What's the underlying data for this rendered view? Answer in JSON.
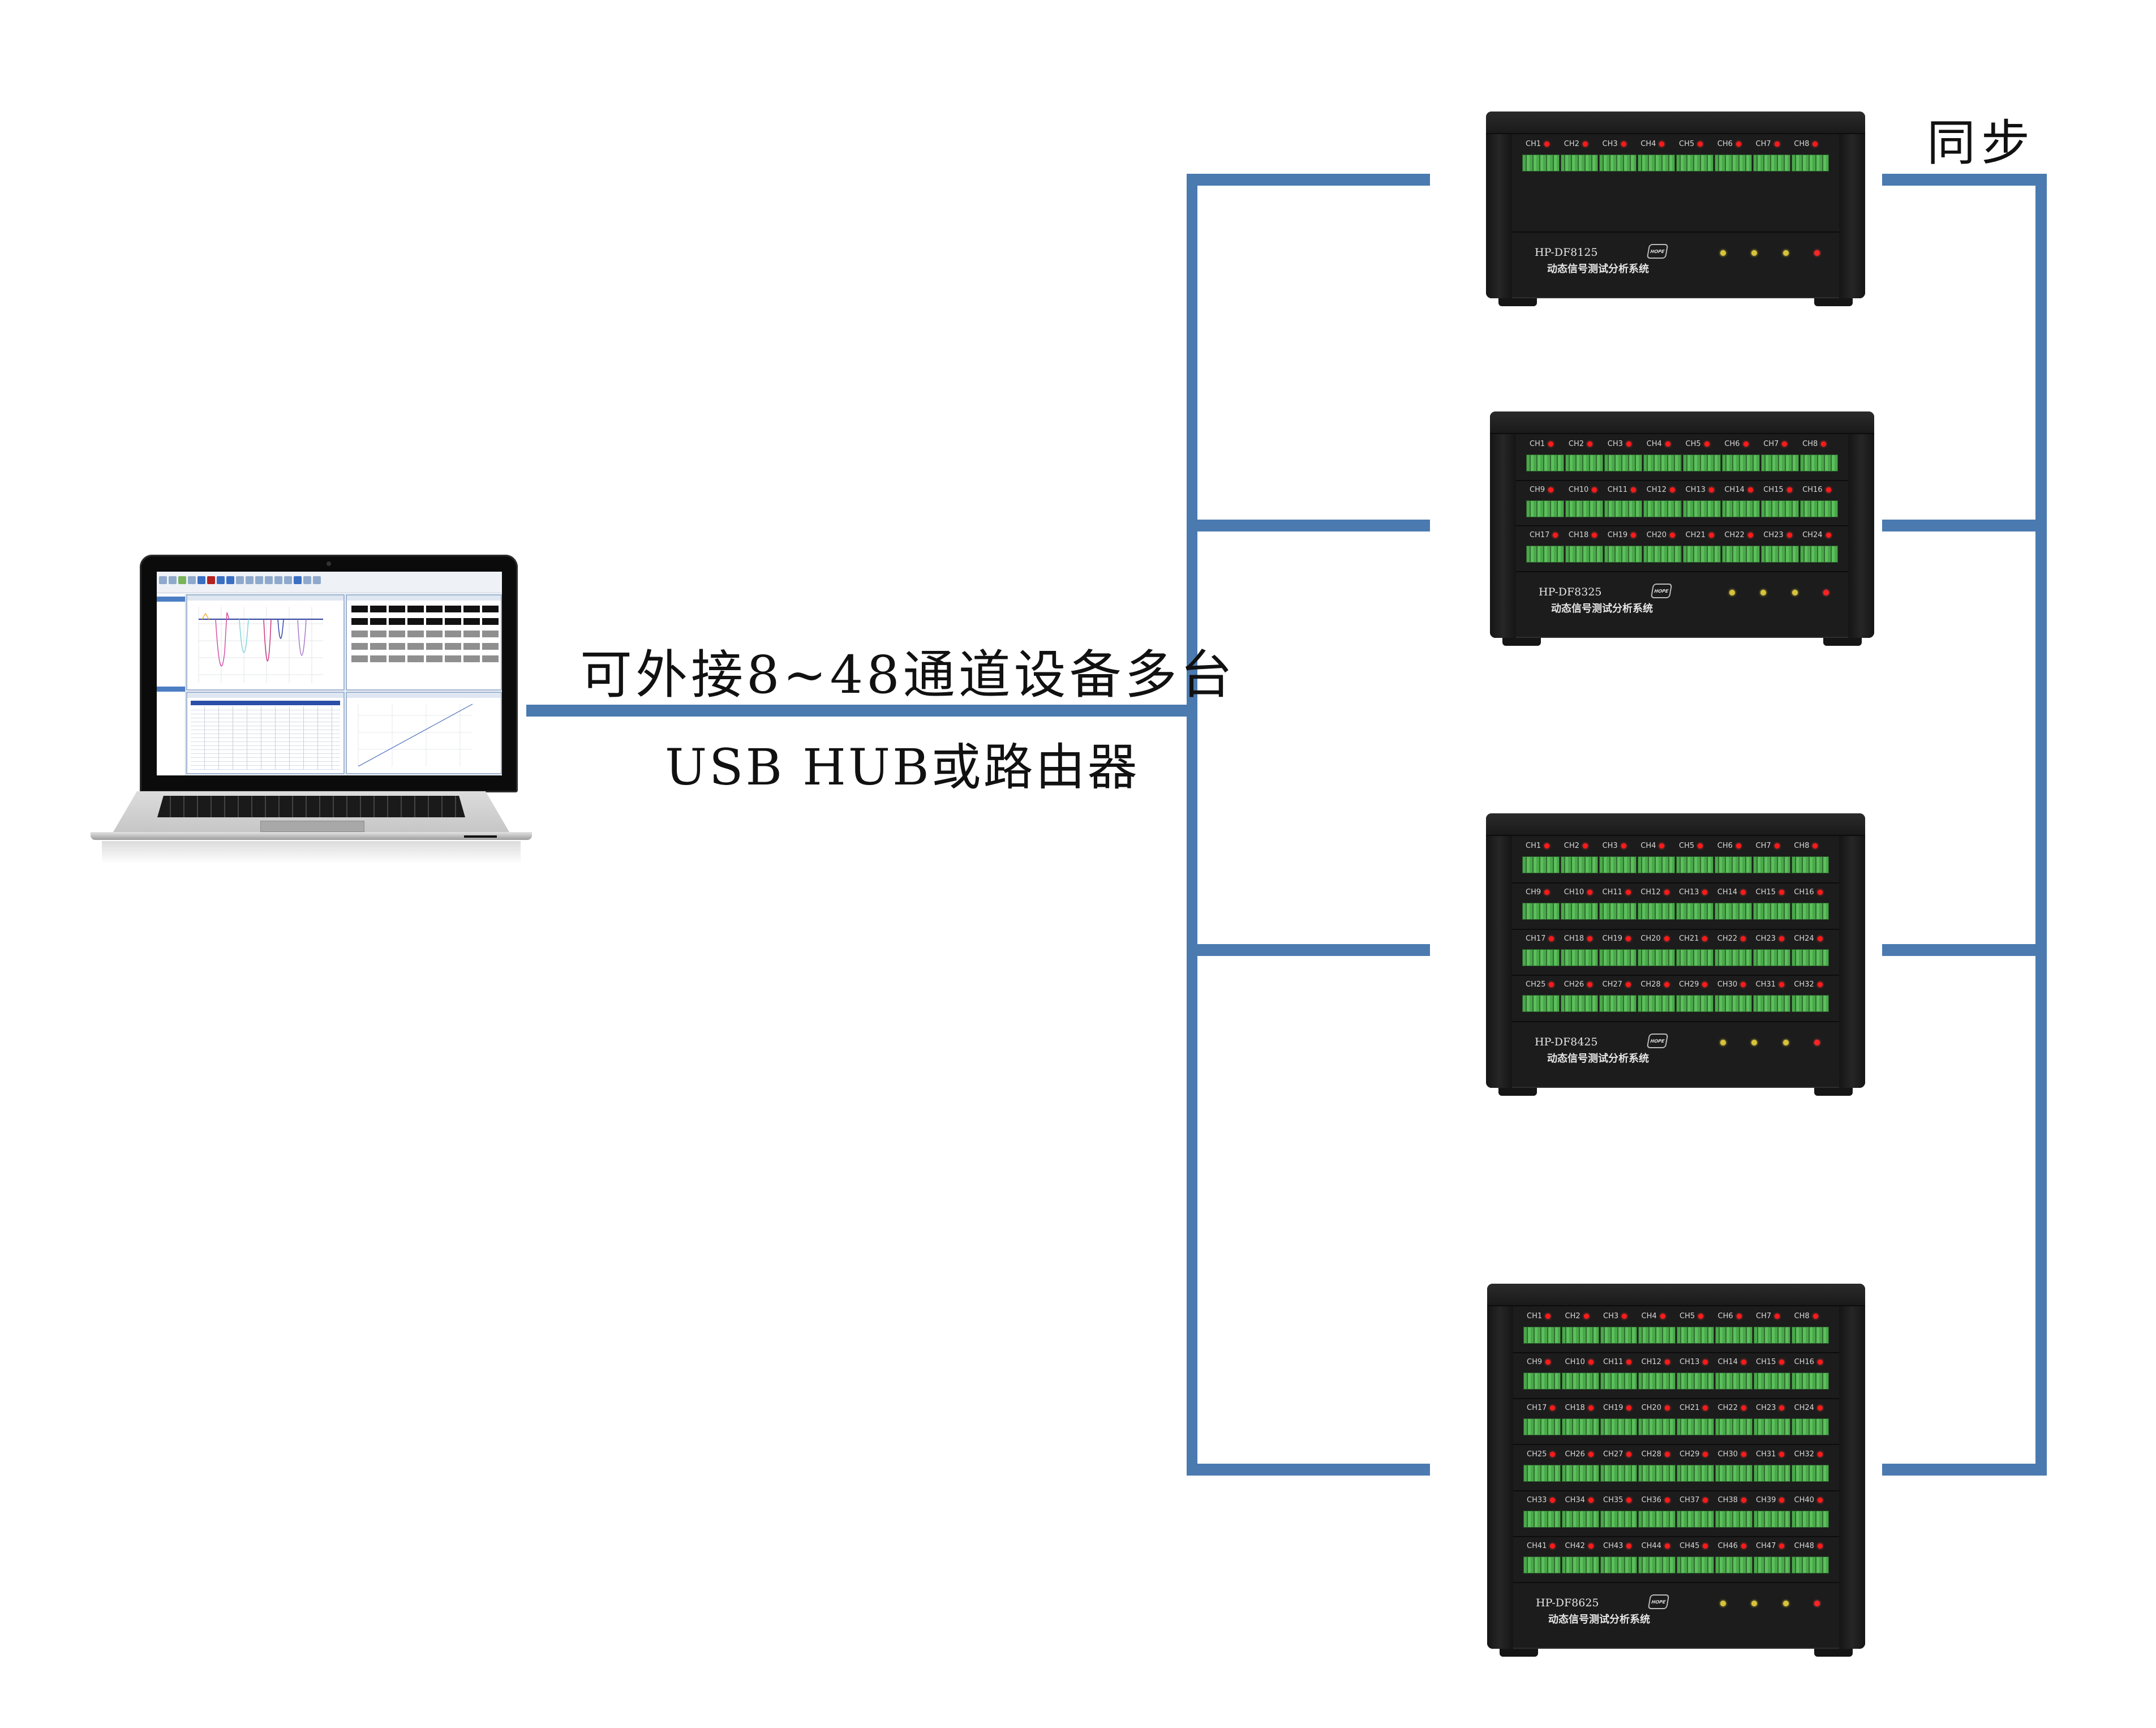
{
  "labels": {
    "connection_text": "可外接8~48通道设备多台",
    "hub_text": "USB HUB或路由器",
    "sync_text": "同步"
  },
  "colors": {
    "connector_line": "#4a7ab0",
    "device_body": "#1c1c1c",
    "channel_led": "#ff1a1a",
    "status_led_yellow": "#d8c23a",
    "terminal_green": "#4aa84a"
  },
  "laptop": {
    "icon": "laptop-icon",
    "screen_panels": [
      "waveform-chart",
      "meter-grid",
      "data-table",
      "calibration-line-chart"
    ]
  },
  "devices": [
    {
      "model": "HP-DF8125",
      "subtitle": "动态信号测试分析系统",
      "logo": "HOPE",
      "channels": [
        "CH1",
        "CH2",
        "CH3",
        "CH4",
        "CH5",
        "CH6",
        "CH7",
        "CH8"
      ]
    },
    {
      "model": "HP-DF8325",
      "subtitle": "动态信号测试分析系统",
      "logo": "HOPE",
      "channels": [
        "CH1",
        "CH2",
        "CH3",
        "CH4",
        "CH5",
        "CH6",
        "CH7",
        "CH8",
        "CH9",
        "CH10",
        "CH11",
        "CH12",
        "CH13",
        "CH14",
        "CH15",
        "CH16",
        "CH17",
        "CH18",
        "CH19",
        "CH20",
        "CH21",
        "CH22",
        "CH23",
        "CH24"
      ]
    },
    {
      "model": "HP-DF8425",
      "subtitle": "动态信号测试分析系统",
      "logo": "HOPE",
      "channels": [
        "CH1",
        "CH2",
        "CH3",
        "CH4",
        "CH5",
        "CH6",
        "CH7",
        "CH8",
        "CH9",
        "CH10",
        "CH11",
        "CH12",
        "CH13",
        "CH14",
        "CH15",
        "CH16",
        "CH17",
        "CH18",
        "CH19",
        "CH20",
        "CH21",
        "CH22",
        "CH23",
        "CH24",
        "CH25",
        "CH26",
        "CH27",
        "CH28",
        "CH29",
        "CH30",
        "CH31",
        "CH32"
      ]
    },
    {
      "model": "HP-DF8625",
      "subtitle": "动态信号测试分析系统",
      "logo": "HOPE",
      "channels": [
        "CH1",
        "CH2",
        "CH3",
        "CH4",
        "CH5",
        "CH6",
        "CH7",
        "CH8",
        "CH9",
        "CH10",
        "CH11",
        "CH12",
        "CH13",
        "CH14",
        "CH15",
        "CH16",
        "CH17",
        "CH18",
        "CH19",
        "CH20",
        "CH21",
        "CH22",
        "CH23",
        "CH24",
        "CH25",
        "CH26",
        "CH27",
        "CH28",
        "CH29",
        "CH30",
        "CH31",
        "CH32",
        "CH33",
        "CH34",
        "CH35",
        "CH36",
        "CH37",
        "CH38",
        "CH39",
        "CH40",
        "CH41",
        "CH42",
        "CH43",
        "CH44",
        "CH45",
        "CH46",
        "CH47",
        "CH48"
      ]
    }
  ]
}
